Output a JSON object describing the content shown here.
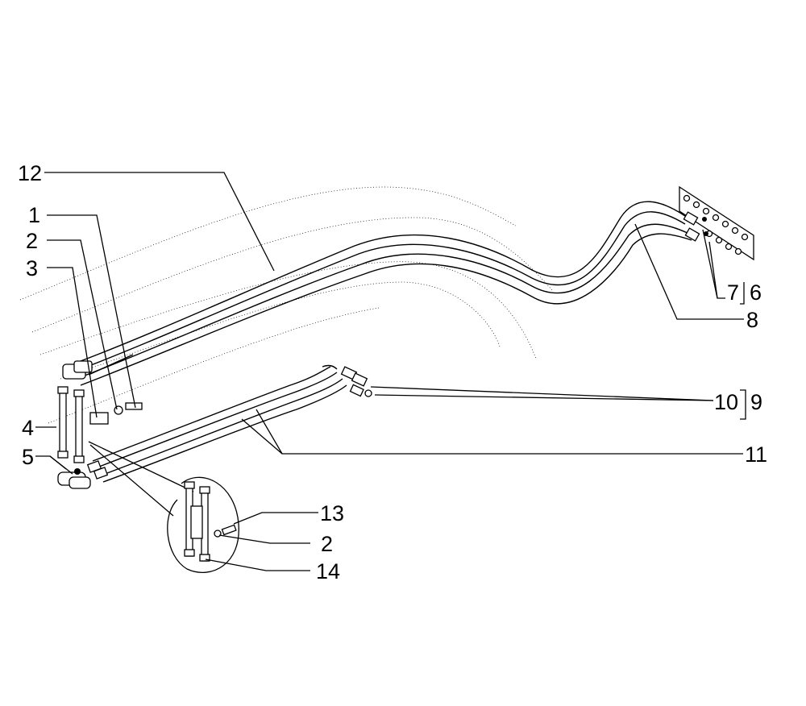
{
  "callouts": {
    "c1": "1",
    "c2": "2",
    "c3": "3",
    "c4": "4",
    "c5": "5",
    "c6": "6",
    "c7": "7",
    "c8": "8",
    "c9": "9",
    "c10": "10",
    "c11": "11",
    "c12": "12",
    "c13": "13",
    "c2b": "2",
    "c14": "14"
  },
  "colors": {
    "line": "#000000",
    "background": "#ffffff"
  }
}
